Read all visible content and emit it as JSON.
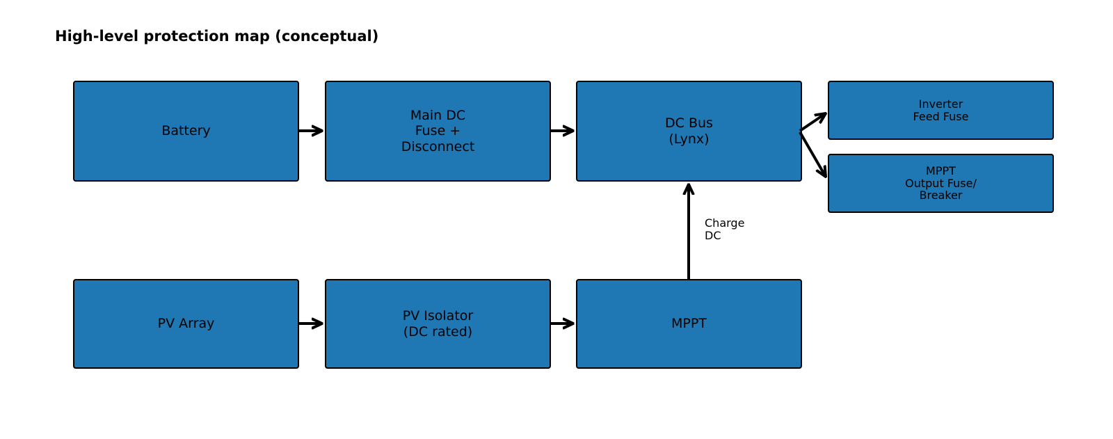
{
  "title": "High-level protection map (conceptual)",
  "colors": {
    "box_fill": "#1f77b4",
    "box_border": "#000000",
    "arrow": "#000000"
  },
  "nodes": {
    "battery": "Battery",
    "main_dc": "Main DC\nFuse +\nDisconnect",
    "dc_bus": "DC Bus\n(Lynx)",
    "inverter_fuse": "Inverter\nFeed Fuse",
    "mppt_output": "MPPT\nOutput Fuse/\nBreaker",
    "pv_array": "PV Array",
    "pv_isolator": "PV Isolator\n(DC rated)",
    "mppt": "MPPT"
  },
  "edges": [
    {
      "from": "battery",
      "to": "main_dc",
      "label": ""
    },
    {
      "from": "main_dc",
      "to": "dc_bus",
      "label": ""
    },
    {
      "from": "dc_bus",
      "to": "inverter_fuse",
      "label": ""
    },
    {
      "from": "dc_bus",
      "to": "mppt_output",
      "label": ""
    },
    {
      "from": "pv_array",
      "to": "pv_isolator",
      "label": ""
    },
    {
      "from": "pv_isolator",
      "to": "mppt",
      "label": ""
    },
    {
      "from": "mppt",
      "to": "dc_bus",
      "label": "Charge\nDC"
    }
  ]
}
